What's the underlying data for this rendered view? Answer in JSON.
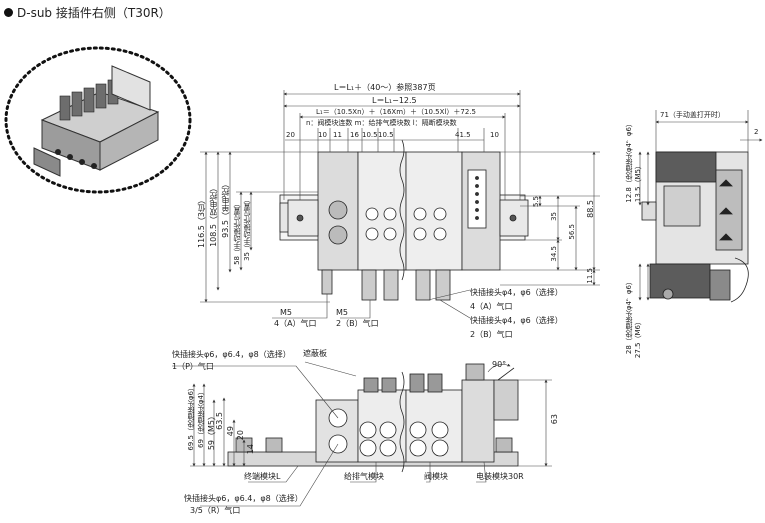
{
  "header": {
    "title": "D-sub 接插件右侧（T30R）"
  },
  "top_view": {
    "dim_L1": "L＝L₁＋（40～）参照387页",
    "dim_L2": "L＝L₁−12.5",
    "dim_L3": "L₁＝（10.5Xn）＋（16Xm）＋（10.5Xl）＋72.5",
    "legend": "n：阀模块连数  m：给排气模块数  l：隔断模块数",
    "d_20": "20",
    "d_10a": "10",
    "d_11": "11",
    "d_16": "16",
    "d_105a": "10.5",
    "d_105b": "10.5",
    "d_415": "41.5",
    "d_10b": "10",
    "r_55": "5.5",
    "r_35": "35",
    "r_565": "56.5",
    "r_345": "34.5",
    "r_885": "88.5",
    "r_115": "11.5",
    "l_1165": "116.5（3位）",
    "l_1085": "108.5（双电控）",
    "l_935": "93.5（单电控）",
    "l_58": "58（手动操作位置）",
    "l_35": "35（手动操作位置）",
    "port_m5a": "M5",
    "port_4a": "4（A）气口",
    "port_m5b": "M5",
    "port_2b": "2（B）气口",
    "fit1": "快插接头φ4，φ6（选择）",
    "fit1_port": "4（A）气口",
    "fit2": "快插接头φ4，φ6（选择）",
    "fit2_port": "2（B）气口"
  },
  "side_view": {
    "d_71": "71（手动盖打开时）",
    "d_2": "2",
    "v_128": "12.8（快插接头φ4，φ6）",
    "v_135": "13.5（M5）",
    "v_28": "28（快插接头φ4，φ6）",
    "v_275": "27.5（M6）"
  },
  "front_view": {
    "fit_p": "快插接头φ6，φ6.4，φ8（选择）",
    "port_p": "1（P）气口",
    "shield": "遮蔽板",
    "angle": "90°",
    "h_695": "69.5（快插接头φ6）",
    "h_69": "69（快插接头φ4）",
    "h_59": "59（M5）",
    "h_635": "63.5",
    "h_49": "49",
    "h_20": "20",
    "h_14": "14",
    "h_63": "63",
    "end_block": "终端模块L",
    "supply_block": "给排气模块",
    "valve_block": "阀模块",
    "elec_block": "电装模块30R",
    "fit_r": "快插接头φ6，φ6.4，φ8（选择）",
    "port_r": "3/5（R）气口"
  },
  "colors": {
    "line": "#222222",
    "dim": "#444444",
    "fill_dark": "#3a3a3a",
    "fill_mid": "#8a8a8a",
    "fill_light": "#d0d0d0"
  }
}
